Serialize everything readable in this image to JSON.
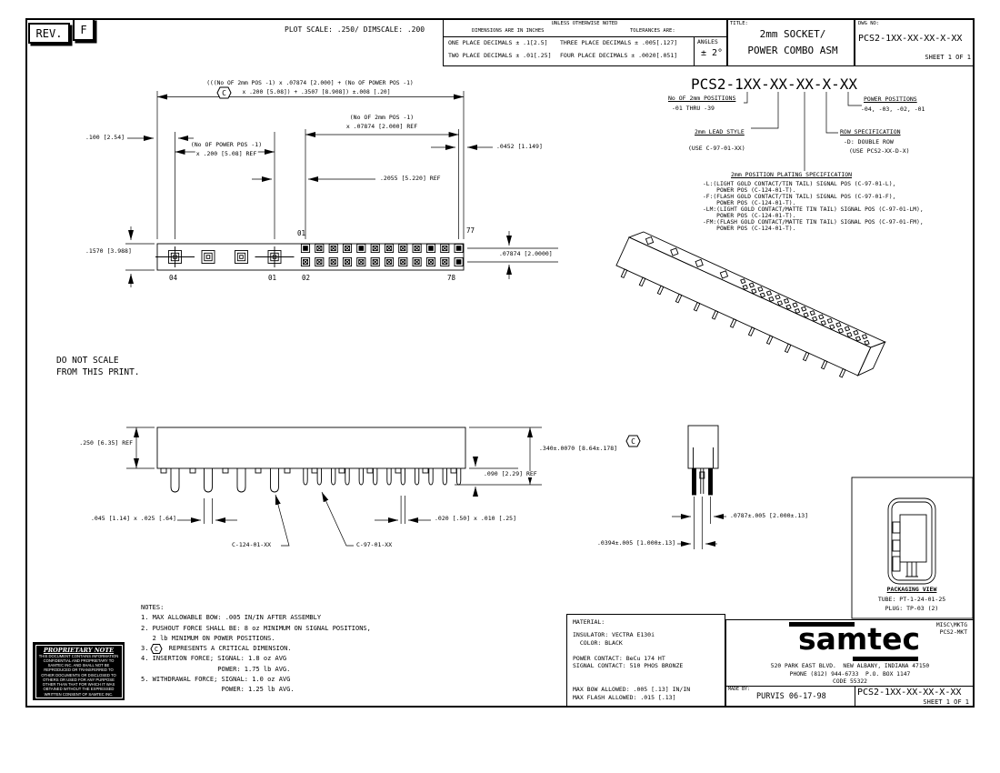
{
  "titleblock": {
    "rev_label": "REV.",
    "rev_value": "F",
    "plot_scale": "PLOT SCALE: .250/ DIMSCALE: .200",
    "unless": "UNLESS OTHERWISE NOTED",
    "dims_in": "DIMENSIONS ARE IN INCHES",
    "tol_are": "TOLERANCES ARE:",
    "one_place": "ONE PLACE DECIMALS ± .1[2.5]",
    "two_place": "TWO PLACE DECIMALS ± .01[.25]",
    "three_place": "THREE PLACE DECIMALS ± .005[.127]",
    "four_place": "FOUR PLACE DECIMALS ± .0020[.051]",
    "angles_label": "ANGLES",
    "angles_value": "± 2°",
    "title_label": "TITLE:",
    "title_line1": "2mm SOCKET/",
    "title_line2": "POWER COMBO ASM",
    "dwg_label": "DWG NO:",
    "dwg_no": "PCS2-1XX-XX-XX-X-XX",
    "sheet": "SHEET 1 OF 1"
  },
  "part_number": {
    "number": "PCS2-1XX-XX-XX-X-XX",
    "pos_label": "No OF 2mm POSITIONS",
    "pos_range": "-01 THRU -39",
    "power_label": "POWER POSITIONS",
    "power_values": "-04, -03, -02, -01",
    "lead_label": "2mm LEAD STYLE",
    "lead_use": "(USE C-97-01-XX)",
    "row_label": "ROW SPECIFICATION",
    "row_d": "-D: DOUBLE ROW",
    "row_use": "(USE PCS2-XX-D-X)"
  },
  "plating": {
    "title": "2mm POSITION PLATING SPECIFICATION",
    "lines": [
      "-L:(LIGHT GOLD CONTACT/TIN TAIL) SIGNAL POS (C-97-01-L),",
      "    POWER POS (C-124-01-T).",
      "-F:(FLASH GOLD CONTACT/TIN TAIL) SIGNAL POS (C-97-01-F),",
      "    POWER POS (C-124-01-T).",
      "-LM:(LIGHT GOLD CONTACT/MATTE TIN TAIL) SIGNAL POS (C-97-01-LM),",
      "    POWER POS (C-124-01-T).",
      "-FM:(FLASH GOLD CONTACT/MATTE TIN TAIL) SIGNAL POS (C-97-01-FM),",
      "    POWER POS (C-124-01-T)."
    ]
  },
  "top_view": {
    "formula1": "(((No OF 2mm POS -1) x .07874 [2.000] + (No OF POWER POS -1)",
    "formula2": "x .200 [5.08]) + .3507 [8.908]) ±.008 [.20]",
    "dim_100": ".100 [2.54]",
    "power_ref1": "(No OF POWER POS -1)",
    "power_ref2": "x .200 [5.08] REF",
    "pitch_ref1": "(No OF 2mm POS -1)",
    "pitch_ref2": "x .07874 [2.000] REF",
    "dim_2055": ".2055 [5.220] REF",
    "dim_0452": ".0452 [1.149]",
    "dim_1570": ".1570 [3.988]",
    "dim_07874": ".07874 [2.0000]",
    "lbl_01_top": "01",
    "lbl_77": "77",
    "lbl_04": "04",
    "lbl_01_bot": "01",
    "lbl_02": "02",
    "lbl_78": "78"
  },
  "side_view": {
    "dim_250": ".250 [6.35] REF",
    "dim_340": ".340±.0070 [8.64±.178]",
    "dim_090": ".090 [2.29] REF",
    "dim_power_tail": ".045 [1.14] x .025 [.64]",
    "dim_signal_tail": ".020 [.50] x .010 [.25]",
    "callout_power": "C-124-01-XX",
    "callout_signal": "C-97-01-XX"
  },
  "end_view": {
    "dim_0787": ".0787±.005 [2.000±.13]",
    "dim_0394": ".0394±.005 [1.000±.13]"
  },
  "notes": {
    "title": "NOTES:",
    "n1": "1. MAX ALLOWABLE BOW: .005 IN/IN AFTER ASSEMBLY",
    "n2": "2. PUSHOUT FORCE SHALL BE: 8 oz MINIMUM ON SIGNAL POSITIONS,",
    "n2b": "   2 lb MINIMUM ON POWER POSITIONS.",
    "n3_prefix": "3.",
    "n3_text": " REPRESENTS A CRITICAL DIMENSION.",
    "n4": "4. INSERTION FORCE; SIGNAL: 1.8 oz AVG",
    "n4b": "                    POWER: 1.75 lb AVG.",
    "n5": "5. WITHDRAWAL FORCE; SIGNAL: 1.0 oz AVG",
    "n5b": "                     POWER: 1.25 lb AVG."
  },
  "material": {
    "title": "MATERIAL:",
    "lines": [
      "INSULATOR: VECTRA E130i",
      "  COLOR: BLACK",
      "",
      "POWER CONTACT: BeCu 174 HT",
      "SIGNAL CONTACT: 510 PHOS BRONZE",
      "",
      "",
      "MAX BOW ALLOWED: .005 [.13] IN/IN",
      "MAX FLASH ALLOWED: .015 [.13]"
    ]
  },
  "packaging": {
    "title": "PACKAGING VIEW",
    "tube": "TUBE: PT-1-24-01-25",
    "plug": "PLUG: TP-03 (2)"
  },
  "company": {
    "dept_line1": "MISC\\MKTG",
    "dept_line2": "PCS2-MKT",
    "logo_text": "samtec",
    "address1": "520 PARK EAST BLVD.  NEW ALBANY, INDIANA 47150",
    "address2": "PHONE (812) 944-6733  P.O. BOX 1147",
    "address3": "CODE 55322",
    "made_by_label": "MADE BY:",
    "made_by_value": "PURVIS 06-17-98",
    "dwg_no": "PCS2-1XX-XX-XX-X-XX",
    "sheet": "SHEET 1 OF 1"
  },
  "proprietary": {
    "title": "PROPRIETARY NOTE",
    "body": "THIS DOCUMENT CONTAINS INFORMATION CONFIDENTIAL AND PROPRIETARY TO SAMTEC INC. AND SHALL NOT BE REPRODUCED OR TRANSFERRED TO OTHER DOCUMENTS OR DISCLOSED TO OTHERS OR USED FOR ANY PURPOSE OTHER THAN THAT FOR WHICH IT WAS OBTAINED WITHOUT THE EXPRESSED WRITTEN CONSENT OF SAMTEC INC."
  },
  "misc": {
    "do_not_scale_1": "DO NOT SCALE",
    "do_not_scale_2": "FROM THIS PRINT.",
    "critical_symbol": "C"
  }
}
